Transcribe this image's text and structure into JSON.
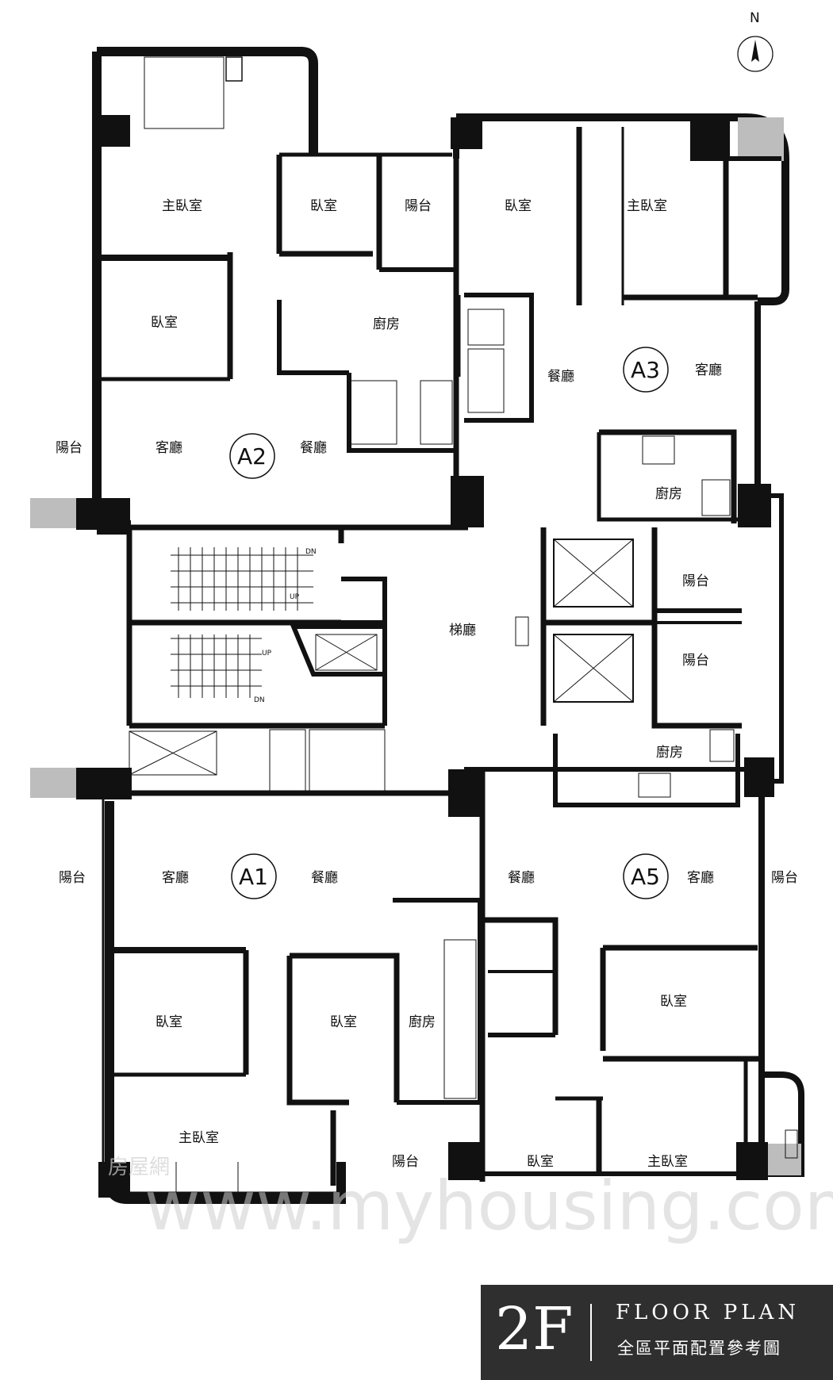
{
  "compass": {
    "label": "N"
  },
  "units": [
    {
      "id": "a2",
      "label": "A2"
    },
    {
      "id": "a3",
      "label": "A3"
    },
    {
      "id": "a1",
      "label": "A1"
    },
    {
      "id": "a5",
      "label": "A5"
    }
  ],
  "rooms": {
    "master_bedroom": "主臥室",
    "bedroom": "臥室",
    "balcony": "陽台",
    "kitchen": "廚房",
    "living_room": "客廳",
    "dining_room": "餐廳",
    "elevator_lobby": "梯廳"
  },
  "stairs": {
    "dn": "DN",
    "up": "UP"
  },
  "watermark": {
    "brand": "房屋網",
    "url": "www.myhousing.com.tw"
  },
  "floor_plan": {
    "floor": "2F",
    "title": "FLOOR PLAN",
    "subtitle": "全區平面配置參考圖"
  }
}
